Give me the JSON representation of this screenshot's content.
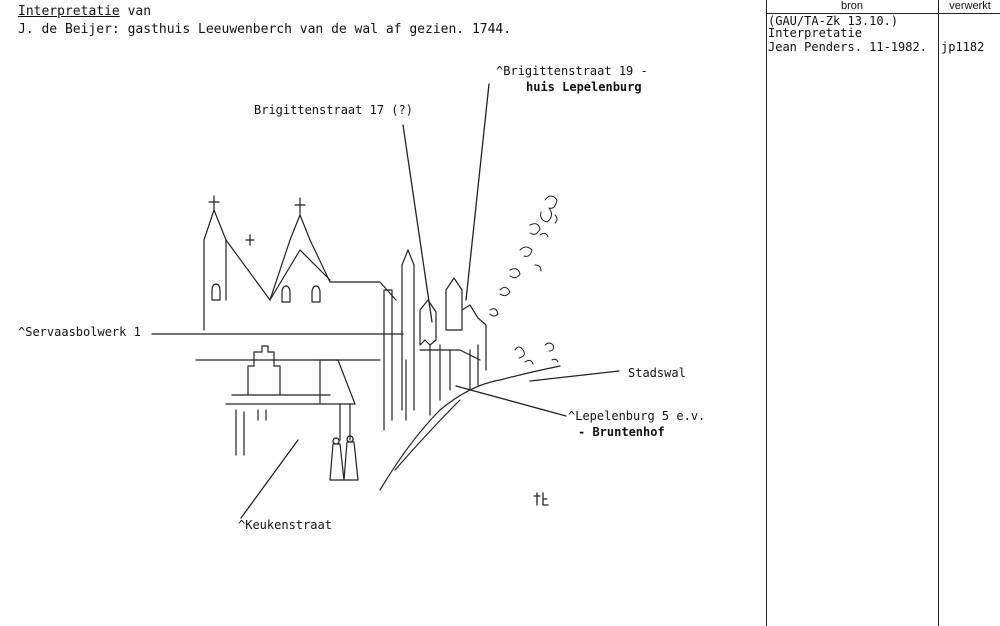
{
  "header": {
    "title_underlined": "Interpretatie",
    "title_rest": " van",
    "subtitle": "J. de Beijer: gasthuis Leeuwenberch van de wal af gezien. 1744."
  },
  "ledger": {
    "col_bron": "bron",
    "col_verwerkt": "verwerkt",
    "source_line1": "(GAU/TA-Zk 13.10.)",
    "source_line2": "Interpretatie",
    "source_line3": "Jean Penders. 11-1982.",
    "verwerkt_code": "jp1182"
  },
  "labels": {
    "brigittenstraat19_line1": "^Brigittenstraat 19 -",
    "brigittenstraat19_line2": "huis Lepelenburg",
    "brigittenstraat17": "Brigittenstraat 17 (?)",
    "servaasbolwerk": "^Servaasbolwerk 1",
    "stadswal": "Stadswal",
    "lepelenburg5_line1": "^Lepelenburg 5 e.v.",
    "lepelenburg5_line2": "- Bruntenhof",
    "keukenstraat": "^Keukenstraat"
  }
}
